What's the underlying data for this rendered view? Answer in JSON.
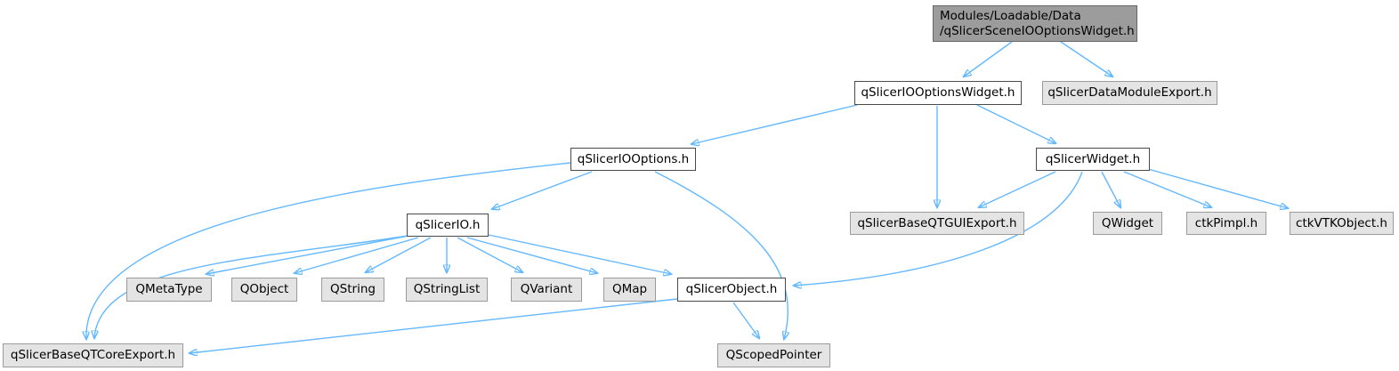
{
  "diagram": {
    "type": "include-dependency-graph",
    "edge_color": "#63b8ff",
    "root_fill": "#9c9c9c",
    "internal_fill": "#ffffff",
    "external_fill": "#e4e4e4"
  },
  "nodes": {
    "root": {
      "line1": "Modules/Loadable/Data",
      "line2": "/qSlicerSceneIOOptionsWidget.h"
    },
    "iooptionswidget": {
      "label": "qSlicerIOOptionsWidget.h"
    },
    "datamoduleexport": {
      "label": "qSlicerDataModuleExport.h"
    },
    "iooptions": {
      "label": "qSlicerIOOptions.h"
    },
    "widget": {
      "label": "qSlicerWidget.h"
    },
    "qtguiexport": {
      "label": "qSlicerBaseQTGUIExport.h"
    },
    "qwidget": {
      "label": "QWidget"
    },
    "ctkpimpl": {
      "label": "ctkPimpl.h"
    },
    "ctkvtkobject": {
      "label": "ctkVTKObject.h"
    },
    "io": {
      "label": "qSlicerIO.h"
    },
    "qmetatype": {
      "label": "QMetaType"
    },
    "qobject": {
      "label": "QObject"
    },
    "qstring": {
      "label": "QString"
    },
    "qstringlist": {
      "label": "QStringList"
    },
    "qvariant": {
      "label": "QVariant"
    },
    "qmap": {
      "label": "QMap"
    },
    "object": {
      "label": "qSlicerObject.h"
    },
    "qtcoreexport": {
      "label": "qSlicerBaseQTCoreExport.h"
    },
    "qscopedpointer": {
      "label": "QScopedPointer"
    }
  },
  "edges": [
    {
      "from": "root",
      "to": "iooptionswidget"
    },
    {
      "from": "root",
      "to": "datamoduleexport"
    },
    {
      "from": "iooptionswidget",
      "to": "iooptions"
    },
    {
      "from": "iooptionswidget",
      "to": "qtguiexport"
    },
    {
      "from": "iooptionswidget",
      "to": "widget"
    },
    {
      "from": "widget",
      "to": "qtguiexport"
    },
    {
      "from": "widget",
      "to": "qwidget"
    },
    {
      "from": "widget",
      "to": "ctkpimpl"
    },
    {
      "from": "widget",
      "to": "ctkvtkobject"
    },
    {
      "from": "widget",
      "to": "object"
    },
    {
      "from": "iooptions",
      "to": "io"
    },
    {
      "from": "iooptions",
      "to": "qtcoreexport"
    },
    {
      "from": "iooptions",
      "to": "qscopedpointer"
    },
    {
      "from": "io",
      "to": "qmetatype"
    },
    {
      "from": "io",
      "to": "qobject"
    },
    {
      "from": "io",
      "to": "qstring"
    },
    {
      "from": "io",
      "to": "qstringlist"
    },
    {
      "from": "io",
      "to": "qvariant"
    },
    {
      "from": "io",
      "to": "qmap"
    },
    {
      "from": "io",
      "to": "object"
    },
    {
      "from": "io",
      "to": "qtcoreexport"
    },
    {
      "from": "object",
      "to": "qscopedpointer"
    },
    {
      "from": "object",
      "to": "qtcoreexport"
    }
  ]
}
